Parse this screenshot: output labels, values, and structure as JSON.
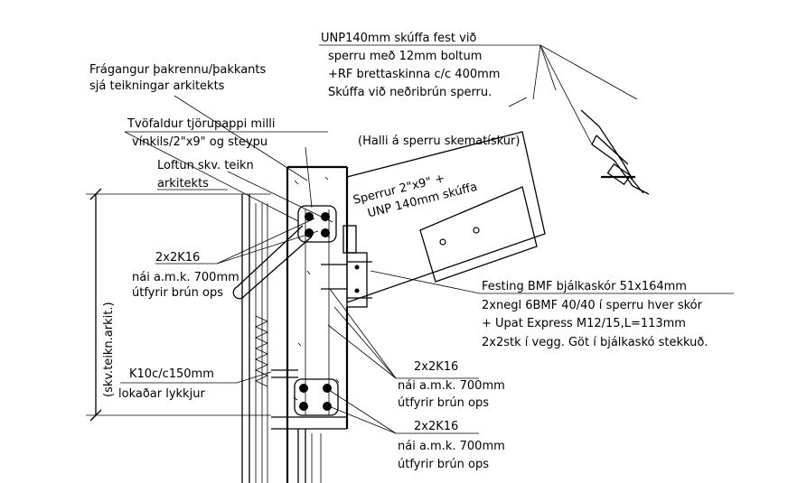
{
  "labels": {
    "unp": [
      "UNP140mm skúffa fest við",
      "sperru með 12mm boltum",
      "+RF brettaskinna c/c 400mm",
      "Skúffa við neðribrún sperru."
    ],
    "fragangur": [
      "Frágangur þakrennu/þakkants",
      "sjá teikningar arkitekts"
    ],
    "tvofaldur": [
      "Tvöfaldur tjörupappi milli",
      "vínkils/2\"x9\" og steypu"
    ],
    "halli": "(Halli á sperru skematískur)",
    "loftun": [
      "Loftun skv. teikn",
      "arkitekts"
    ],
    "sperrur": [
      "Sperrur 2\"x9\" +",
      "UNP 140mm skúffa"
    ],
    "rebar_left": [
      "2x2K16",
      "nái a.m.k. 700mm",
      "útfyrir brún ops"
    ],
    "festing": [
      "Festing BMF bjálkaskór 51x164mm",
      "2xnegl 6BMF 40/40 í sperru hver skór",
      "+ Upat Express M12/15,L=113mm",
      "2x2stk í vegg. Göt í bjálkaskó stekkuð."
    ],
    "k10": [
      "K10c/c150mm",
      "lokaðar lykkjur"
    ],
    "rebar_mid": [
      "2x2K16",
      "nái a.m.k. 700mm",
      "útfyrir brún ops"
    ],
    "rebar_low": [
      "2x2K16",
      "nái a.m.k. 700mm",
      "útfyrir brún ops"
    ],
    "vertical_dim": "(skv.teikn.arkit.)"
  }
}
